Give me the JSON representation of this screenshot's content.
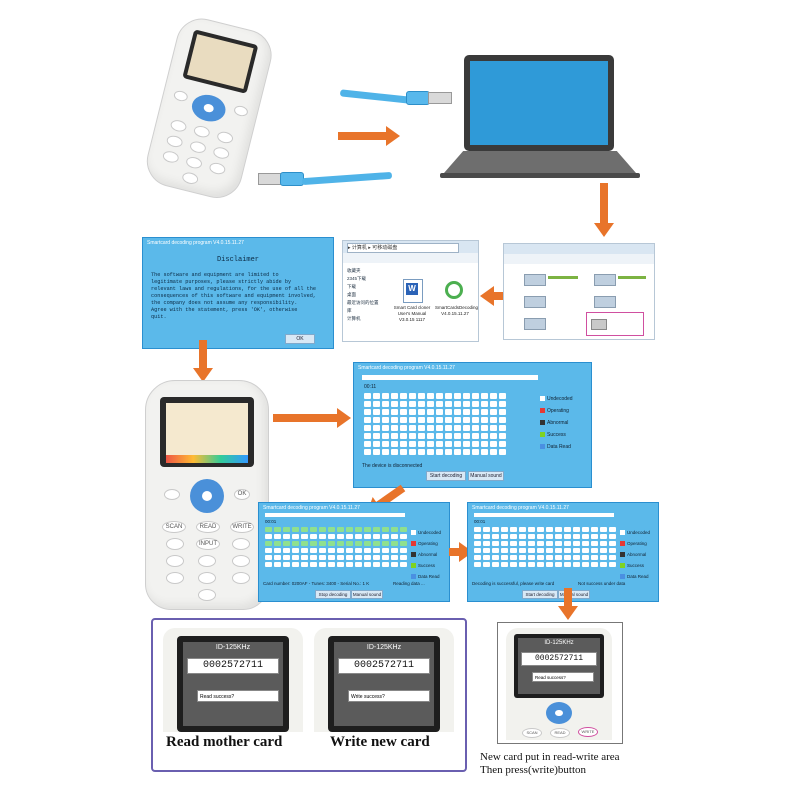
{
  "disclaimer": {
    "window_title": "Smartcard decoding program V4.0.15.11.27",
    "heading": "Disclaimer",
    "lines": [
      "The software and equipment are limited to",
      "legitimate purposes, please strictly abide by",
      "relevant laws and regulations, for the use of all the",
      "consequences of this software and equipment involved,",
      "the company does not assume any responsibility.",
      "Agree with the statement, press 'OK', otherwise",
      "quit."
    ],
    "ok_label": "OK"
  },
  "explorer": {
    "path": "▸ 计算机 ▸ 可移动磁盘",
    "sidebar": [
      "收藏夹",
      "2345下载",
      "下载",
      "桌面",
      "最近访问的位置",
      "库",
      "计算机"
    ],
    "files": [
      {
        "name": "Smart Card cloner User's Manual V3.0.15 1117",
        "icon": "word-doc-icon"
      },
      {
        "name": "SmartCardsDecoding V4.0.15.11.27",
        "icon": "app-icon"
      }
    ]
  },
  "decoder_main": {
    "window_title": "Smartcard decoding program V4.0.15.11.27",
    "sector_label": "00:11",
    "legend": [
      {
        "label": "Undecoded",
        "color": "#ffffff"
      },
      {
        "label": "Operating",
        "color": "#e53935"
      },
      {
        "label": "Abnormal",
        "color": "#333333"
      },
      {
        "label": "Success",
        "color": "#7ed321"
      },
      {
        "label": "Data Read",
        "color": "#4a90e2"
      }
    ],
    "status": "The device is disconnected",
    "start_label": "Start decoding",
    "manual_label": "Manual sound"
  },
  "decoder_reading": {
    "window_title": "Smartcard decoding program V4.0.15.11.27",
    "sector_label": "00:01",
    "legend": [
      {
        "label": "Undecoded",
        "color": "#ffffff"
      },
      {
        "label": "Operating",
        "color": "#e53935"
      },
      {
        "label": "Abnormal",
        "color": "#333333"
      },
      {
        "label": "Success",
        "color": "#7ed321"
      },
      {
        "label": "Data Read",
        "color": "#4a90e2"
      }
    ],
    "status_left": "Card number: 0200AF - Tunes: 3400 - Serial No.: 1 K",
    "status_right": "Reading data ...",
    "stop_label": "Stop decoding",
    "manual_label": "Manual sound"
  },
  "decoder_done": {
    "window_title": "Smartcard decoding program V4.0.15.11.27",
    "sector_label": "00:01",
    "legend": [
      {
        "label": "Undecoded",
        "color": "#ffffff"
      },
      {
        "label": "Operating",
        "color": "#e53935"
      },
      {
        "label": "Abnormal",
        "color": "#333333"
      },
      {
        "label": "Success",
        "color": "#7ed321"
      },
      {
        "label": "Data Read",
        "color": "#4a90e2"
      }
    ],
    "status_left": "Decoding is successful, please write card",
    "status_right": "Not success under data",
    "start_label": "Start decoding",
    "manual_label": "Manual sound"
  },
  "device_screens": {
    "card_type": "ID-125KHz",
    "card_number": "0002572711",
    "read_prompt": "Read success?",
    "write_prompt": "Write success?",
    "new_prompt": "Read success?"
  },
  "keys": {
    "scan": "SCAN",
    "read": "READ",
    "write": "WRITE",
    "input": "INPUT",
    "ok": "OK"
  },
  "captions": {
    "read_mother": "Read mother card",
    "write_new": "Write new card",
    "new_card_line1": "New card put in read-write area",
    "new_card_line2": "Then press(write)button"
  },
  "colors": {
    "accent": "#e8742a",
    "window_blue": "#5bb9ea",
    "frame_purple": "#6a5fb0"
  }
}
